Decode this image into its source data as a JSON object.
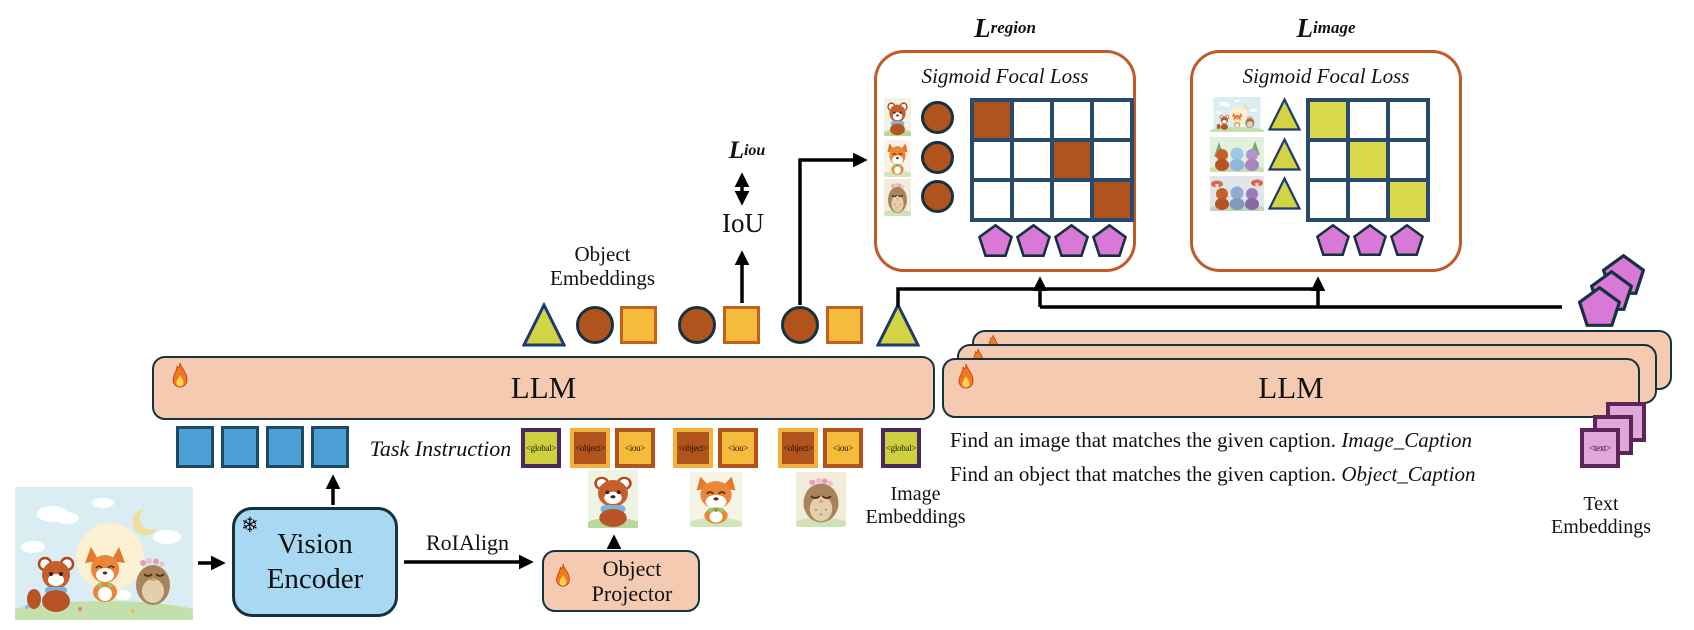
{
  "figure": {
    "losses": {
      "region": {
        "base": "L",
        "sub": "region"
      },
      "image": {
        "base": "L",
        "sub": "image"
      },
      "iou": {
        "base": "L",
        "sub": "iou"
      },
      "iou_op": "IoU",
      "focal_title": "Sigmoid Focal Loss"
    },
    "left": {
      "llm": "LLM",
      "task_instruction": "Task Instruction",
      "object_embeddings": "Object Embeddings",
      "image_embeddings": "Image Embeddings",
      "vision_encoder": "Vision Encoder",
      "roialign": "RoIAlign",
      "object_projector": "Object Projector"
    },
    "right": {
      "llm": "LLM",
      "caption1": "Find an image that matches the given caption.",
      "caption1_var": "Image_Caption",
      "caption2": "Find an object that matches the given caption.",
      "caption2_var": "Object_Caption",
      "text_embeddings": "Text Embeddings"
    },
    "tokens": {
      "sequence": [
        "<global>",
        "<object>",
        "<iou>",
        "<object>",
        "<iou>",
        "<object>",
        "<iou>",
        "<global>"
      ],
      "text": "<text>"
    },
    "shapes_row": [
      "triangle",
      "circle",
      "square",
      "circle",
      "square",
      "circle",
      "square",
      "triangle"
    ],
    "region_grid": {
      "rows": 3,
      "cols": 4,
      "filled": [
        [
          0,
          0
        ],
        [
          1,
          2
        ],
        [
          2,
          3
        ]
      ],
      "fill": "#b1531c"
    },
    "image_grid": {
      "rows": 3,
      "cols": 3,
      "filled": [
        [
          0,
          0
        ],
        [
          1,
          1
        ],
        [
          2,
          2
        ]
      ],
      "fill": "#d8d84a"
    },
    "icons": {
      "flame": "flame-icon (trainable)",
      "snowflake": "snowflake-icon (frozen)",
      "snowflake_glyph": "❄"
    },
    "colors": {
      "llm_fill": "#f4cbb1",
      "vision_encoder_fill": "#a9d9f2",
      "task_square_fill": "#4d9fd6",
      "object_fill": "#b1531c",
      "iou_fill": "#f5bb3d",
      "global_fill": "#cfd03f",
      "global_border": "#4a2b5e",
      "pentagon_fill": "#d879d8",
      "text_token_fill": "#dfa8d8",
      "text_token_border": "#5c2457",
      "loss_border": "#bf5b28",
      "grid_border": "#2a4a6b"
    }
  }
}
